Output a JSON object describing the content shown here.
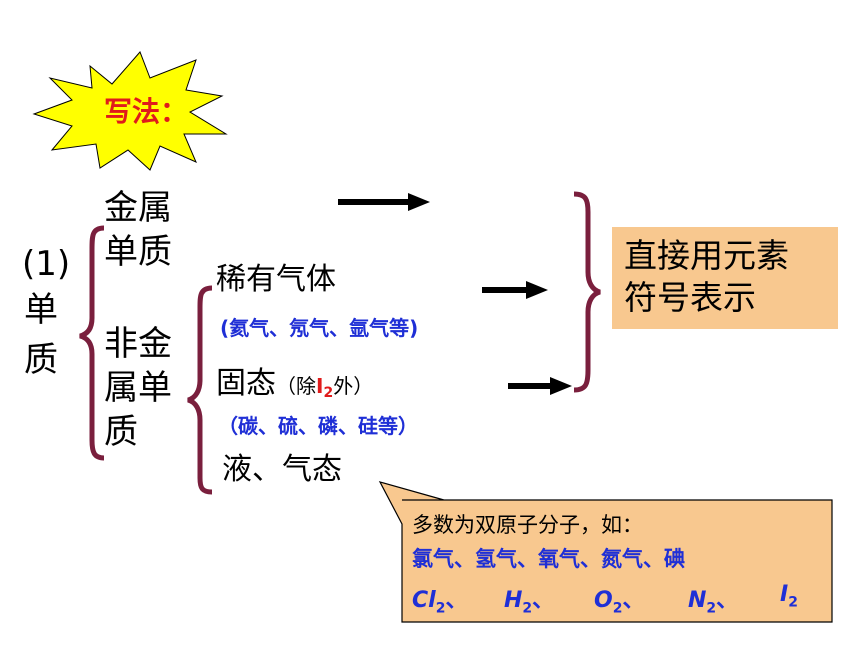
{
  "starburst": {
    "label": "写法："
  },
  "category": {
    "number": "(1)",
    "char1": "单",
    "char2": "质"
  },
  "metal": {
    "line1": "金属",
    "line2": "单质"
  },
  "nonmetal": {
    "line1": "非金",
    "line2": "属单",
    "line3": "质"
  },
  "noble_gas": {
    "title": "稀有气体",
    "examples": "(氦气、氖气、氩气等)"
  },
  "solid": {
    "title": "固态",
    "note_open": "（除",
    "note_symbol": "I",
    "note_sub": "2",
    "note_close": "外）",
    "examples": "（碳、硫、磷、硅等）"
  },
  "liquid_gas": {
    "title": "液、气态"
  },
  "result": {
    "line1": "直接用元素",
    "line2": "符号表示"
  },
  "callout": {
    "line1": "多数为双原子分子，如：",
    "line2": "氯气、氢气、氧气、氮气、碘",
    "formulas": [
      {
        "base": "Cl",
        "sub": "2",
        "sep": "、"
      },
      {
        "base": "H",
        "sub": "2",
        "sep": "、"
      },
      {
        "base": "O",
        "sub": "2",
        "sep": "、"
      },
      {
        "base": "N",
        "sub": "2",
        "sep": "、"
      },
      {
        "base": "I",
        "sub": "2",
        "sep": ""
      }
    ]
  },
  "colors": {
    "accent_red": "#e01b1b",
    "blue": "#1f2fd6",
    "brace": "#7a1f3d",
    "box_fill": "#f8c88f",
    "star_fill": "#ffff00"
  }
}
